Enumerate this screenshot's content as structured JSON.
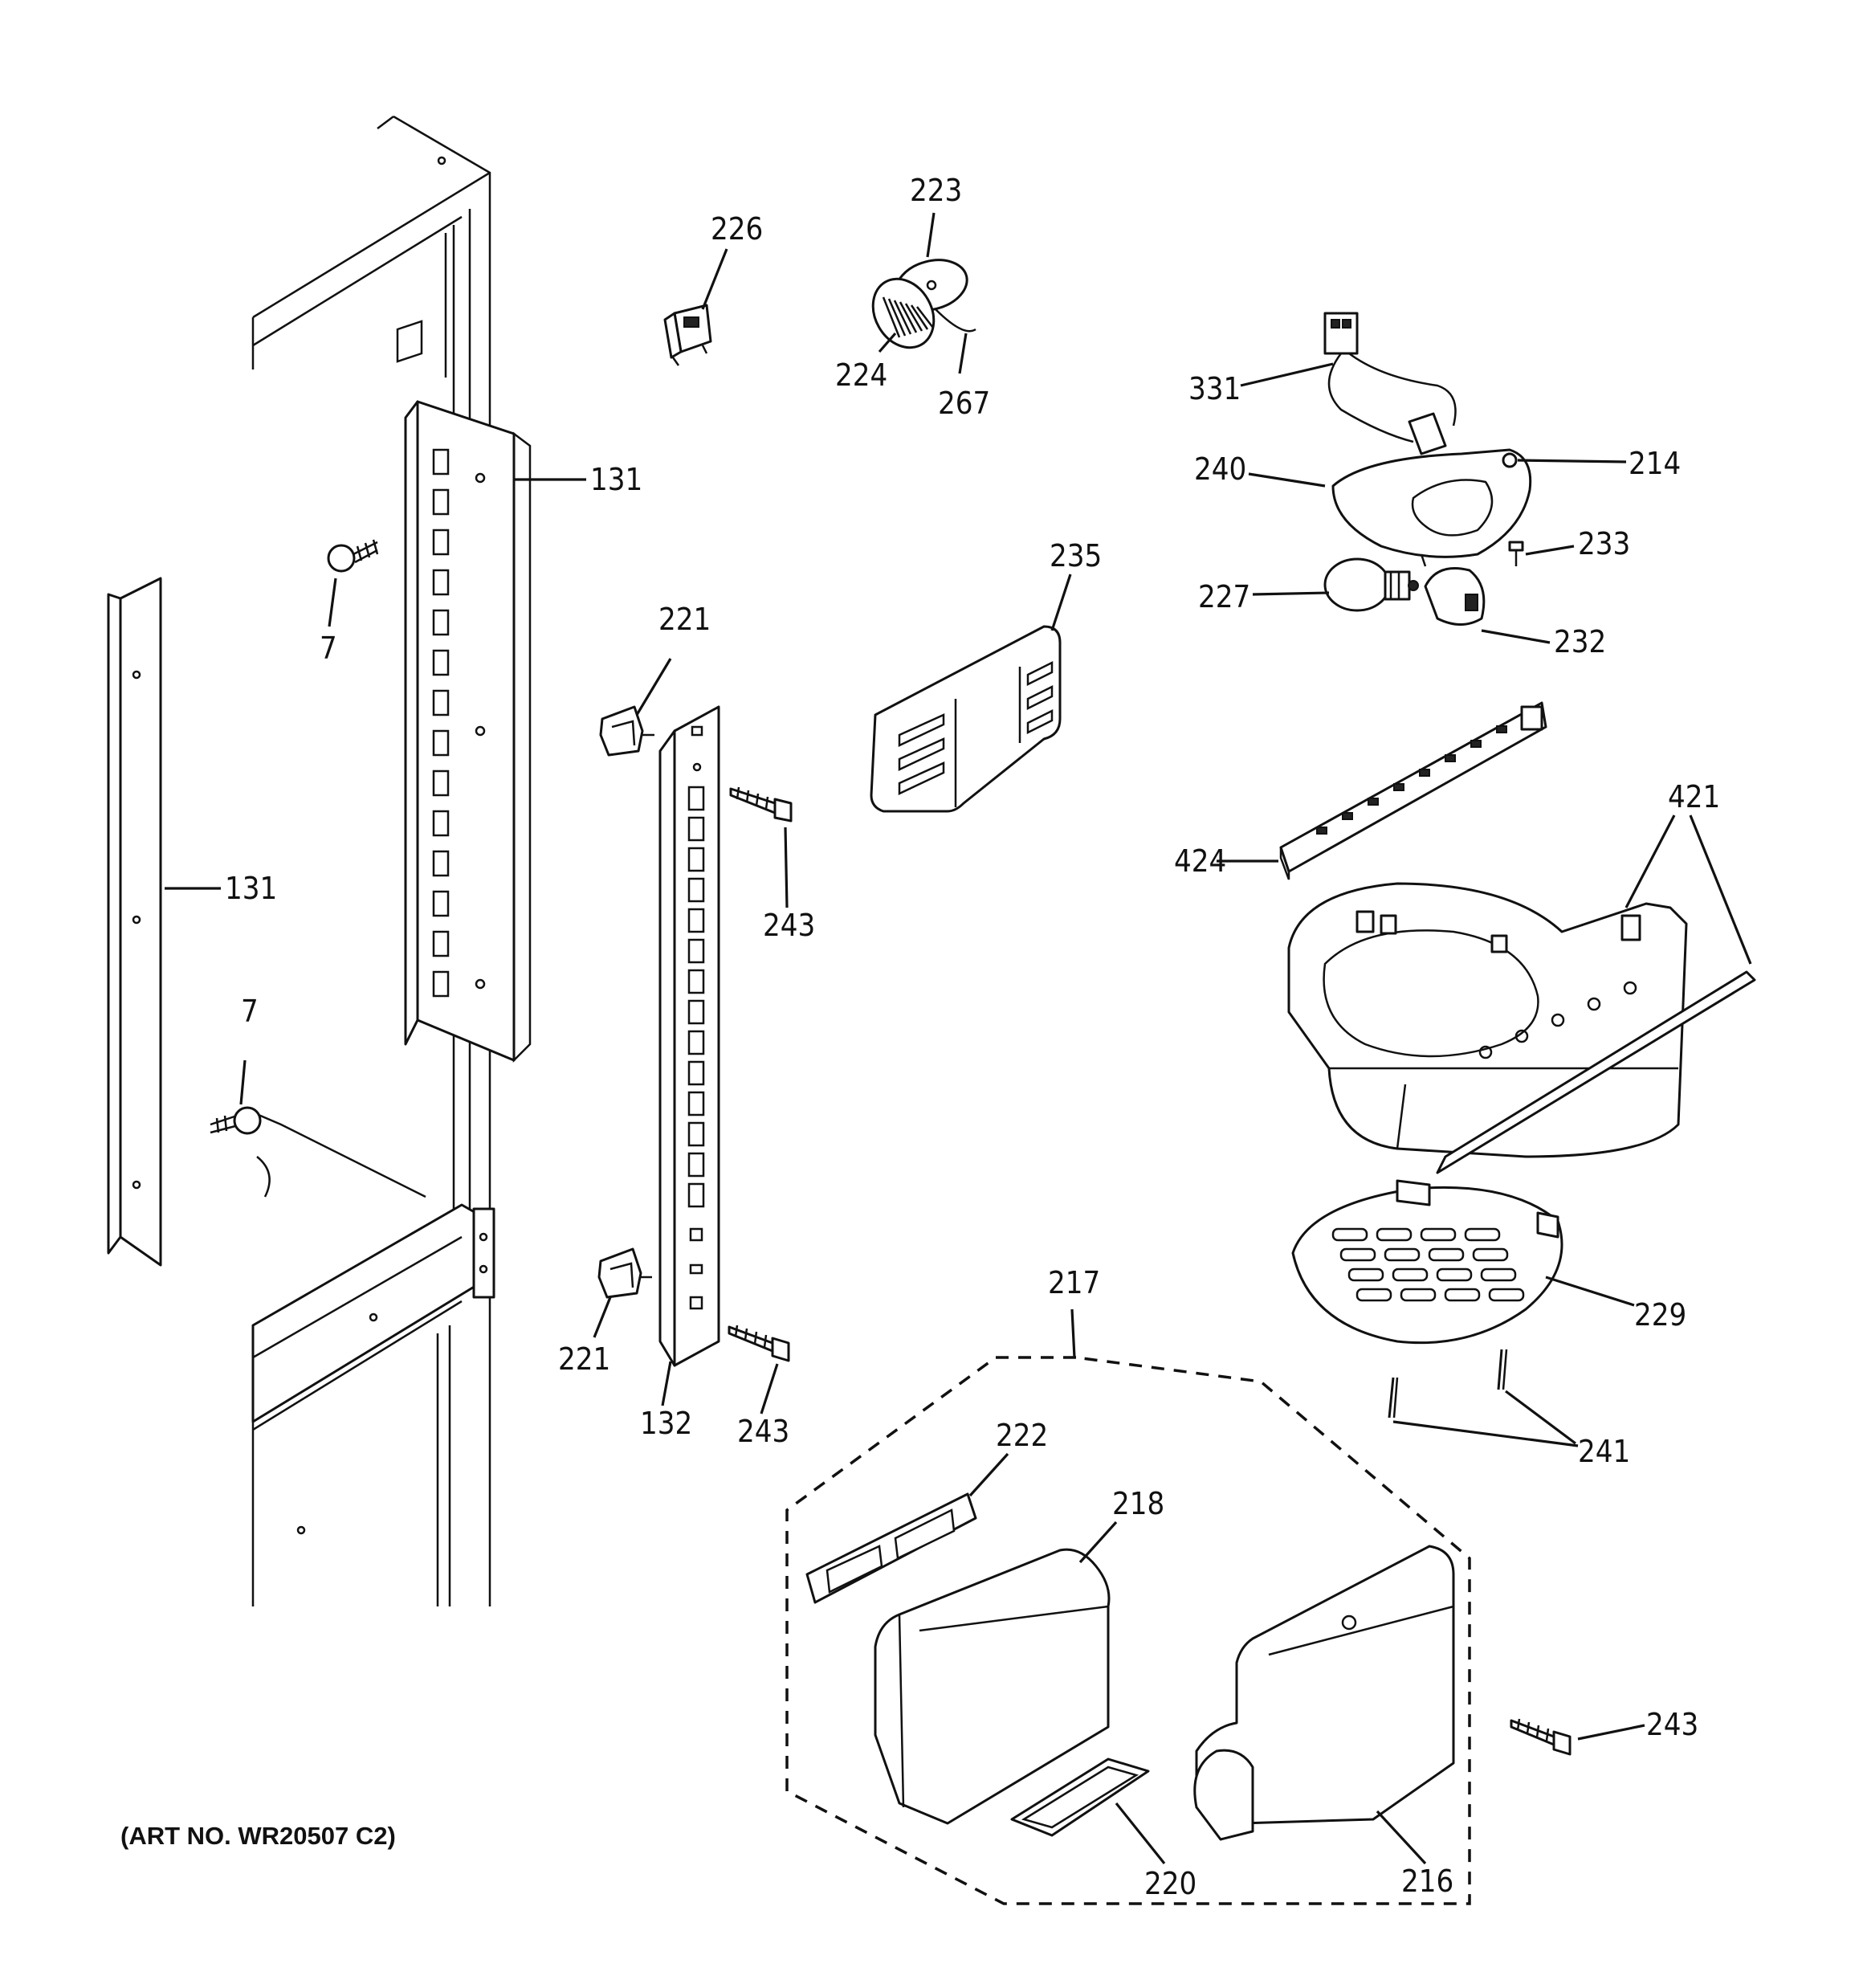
{
  "diagram": {
    "art_number": "(ART NO. WR20507 C2)",
    "callouts": [
      "131",
      "131",
      "7",
      "7",
      "226",
      "223",
      "224",
      "267",
      "331",
      "240",
      "214",
      "233",
      "227",
      "232",
      "235",
      "221",
      "221",
      "243",
      "243",
      "243",
      "132",
      "424",
      "421",
      "229",
      "241",
      "217",
      "222",
      "218",
      "220",
      "216"
    ]
  }
}
